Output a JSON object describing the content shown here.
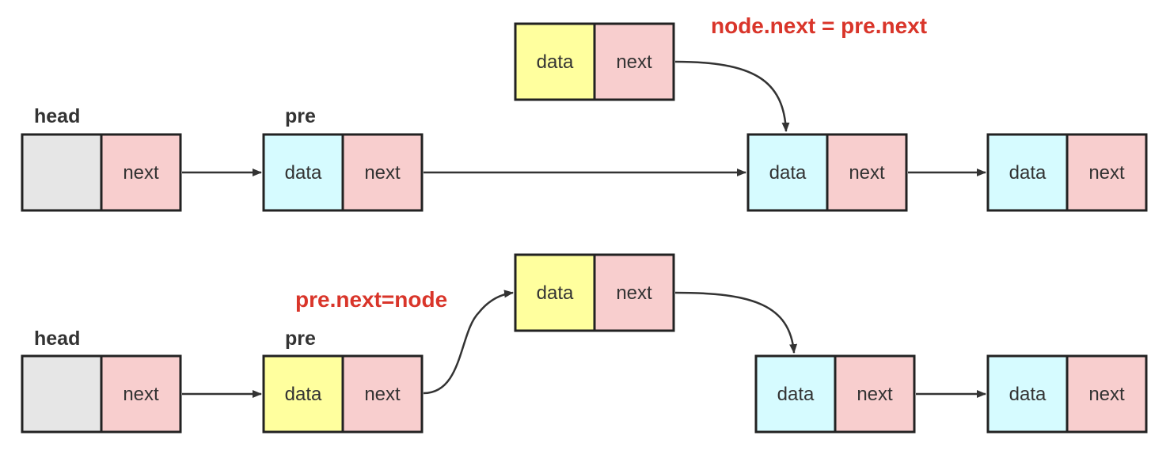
{
  "colors": {
    "head_data": "#e6e6e6",
    "data_cyan": "#d6fbff",
    "data_yellow": "#ffff9e",
    "next_pink": "#f8cece",
    "border": "#222222",
    "arrow": "#333333",
    "operation": "#d9352a"
  },
  "top": {
    "operation": "node.next = pre.next",
    "head_label": "head",
    "pre_label": "pre",
    "new_node": {
      "data": "data",
      "next": "next"
    },
    "head_node": {
      "next": "next"
    },
    "pre_node": {
      "data": "data",
      "next": "next"
    },
    "node_3": {
      "data": "data",
      "next": "next"
    },
    "node_4": {
      "data": "data",
      "next": "next"
    }
  },
  "bottom": {
    "operation": "pre.next=node",
    "head_label": "head",
    "pre_label": "pre",
    "new_node": {
      "data": "data",
      "next": "next"
    },
    "head_node": {
      "next": "next"
    },
    "pre_node": {
      "data": "data",
      "next": "next"
    },
    "node_3": {
      "data": "data",
      "next": "next"
    },
    "node_4": {
      "data": "data",
      "next": "next"
    }
  }
}
